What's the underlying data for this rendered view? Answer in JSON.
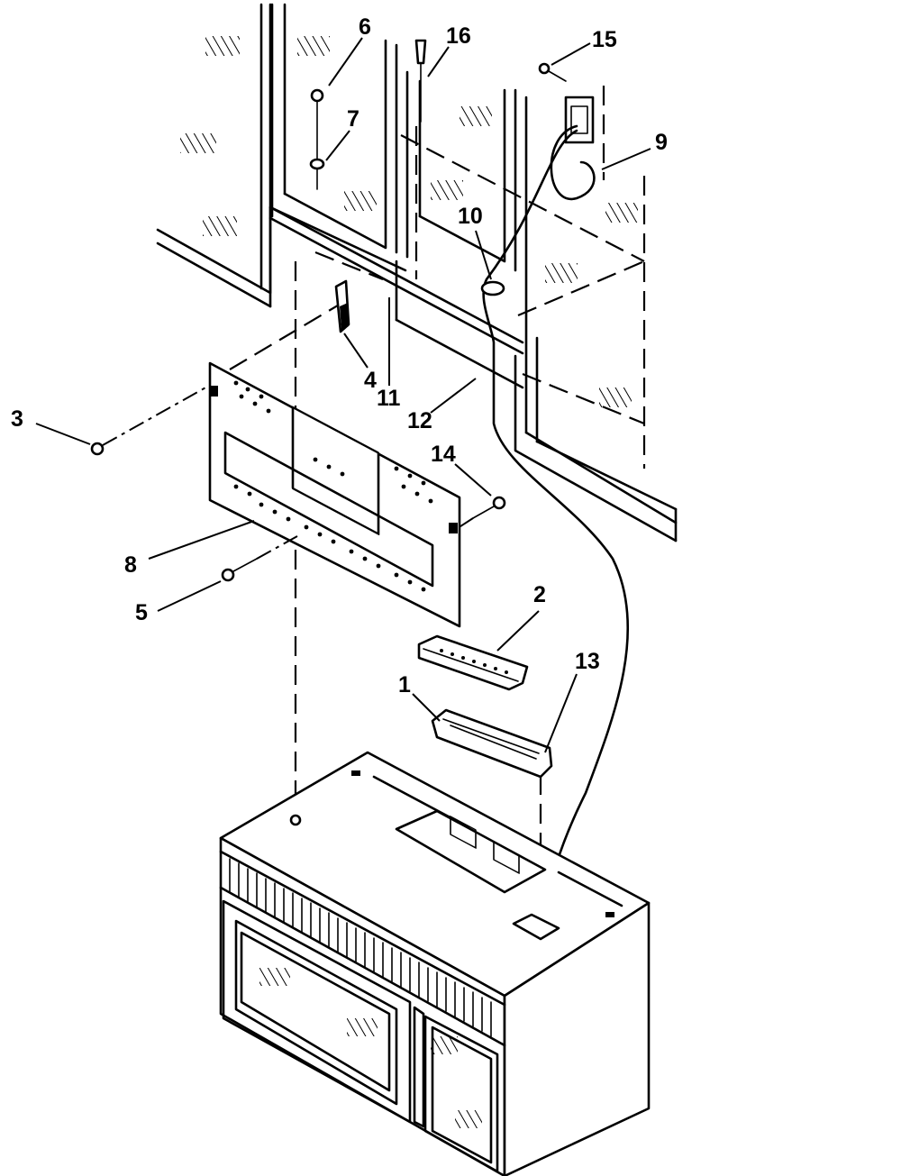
{
  "callouts": [
    {
      "id": "1",
      "label": "1"
    },
    {
      "id": "2",
      "label": "2"
    },
    {
      "id": "3",
      "label": "3"
    },
    {
      "id": "4",
      "label": "4"
    },
    {
      "id": "5",
      "label": "5"
    },
    {
      "id": "6",
      "label": "6"
    },
    {
      "id": "7",
      "label": "7"
    },
    {
      "id": "8",
      "label": "8"
    },
    {
      "id": "9",
      "label": "9"
    },
    {
      "id": "10",
      "label": "10"
    },
    {
      "id": "11",
      "label": "11"
    },
    {
      "id": "12",
      "label": "12"
    },
    {
      "id": "13",
      "label": "13"
    },
    {
      "id": "14",
      "label": "14"
    },
    {
      "id": "15",
      "label": "15"
    },
    {
      "id": "16",
      "label": "16"
    }
  ]
}
